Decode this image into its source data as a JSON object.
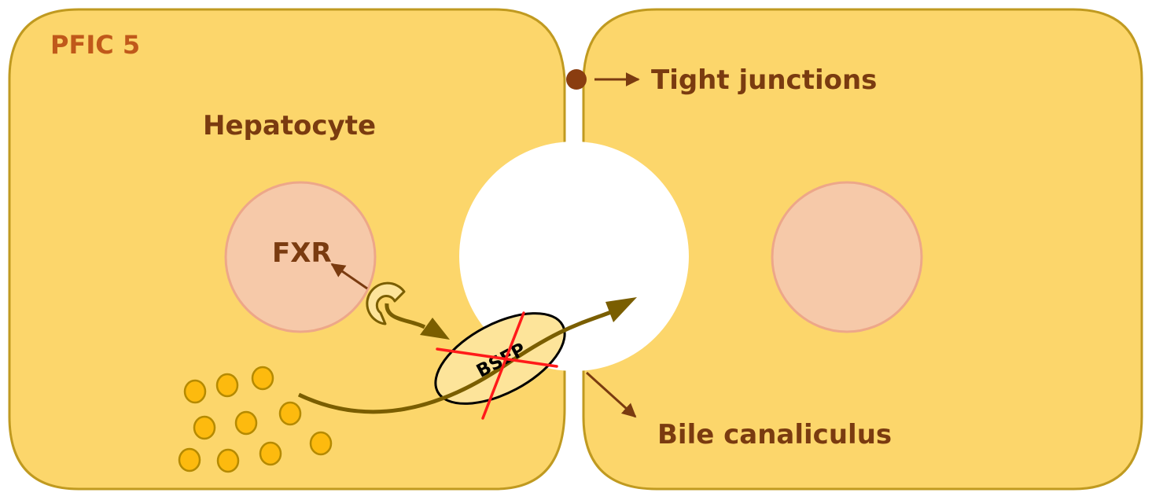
{
  "title": "PFIC 5",
  "labels": {
    "hepatocyte": "Hepatocyte",
    "fxr": "FXR",
    "bsep": "BSEP",
    "tight_junctions": "Tight junctions",
    "bile_canaliculus": "Bile canaliculus"
  },
  "colors": {
    "cell_fill": "#fcd66b",
    "cell_stroke": "#c09a20",
    "nucleus_fill": "#f6c9a9",
    "nucleus_stroke": "#eda789",
    "text_brown": "#7a3b10",
    "title_orange": "#c0591a",
    "arrow_olive": "#7a5e00",
    "bile_acid_fill": "#fdba0e",
    "bsep_fill": "#fde49a",
    "cross_red": "#ff1a1a",
    "junction_dot": "#8a3d10"
  }
}
